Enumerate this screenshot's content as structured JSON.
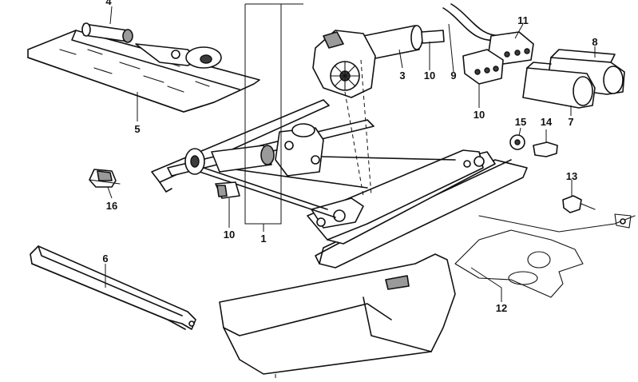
{
  "diagram": {
    "callouts": [
      {
        "id": "c1",
        "label": "1"
      },
      {
        "id": "c3",
        "label": "3"
      },
      {
        "id": "c4",
        "label": "4"
      },
      {
        "id": "c5",
        "label": "5"
      },
      {
        "id": "c6",
        "label": "6"
      },
      {
        "id": "c7",
        "label": "7"
      },
      {
        "id": "c8",
        "label": "8"
      },
      {
        "id": "c9",
        "label": "9"
      },
      {
        "id": "c10a",
        "label": "10"
      },
      {
        "id": "c10b",
        "label": "10"
      },
      {
        "id": "c10c",
        "label": "10"
      },
      {
        "id": "c11",
        "label": "11"
      },
      {
        "id": "c12",
        "label": "12"
      },
      {
        "id": "c13",
        "label": "13"
      },
      {
        "id": "c14",
        "label": "14"
      },
      {
        "id": "c15",
        "label": "15"
      },
      {
        "id": "c16",
        "label": "16"
      }
    ]
  }
}
